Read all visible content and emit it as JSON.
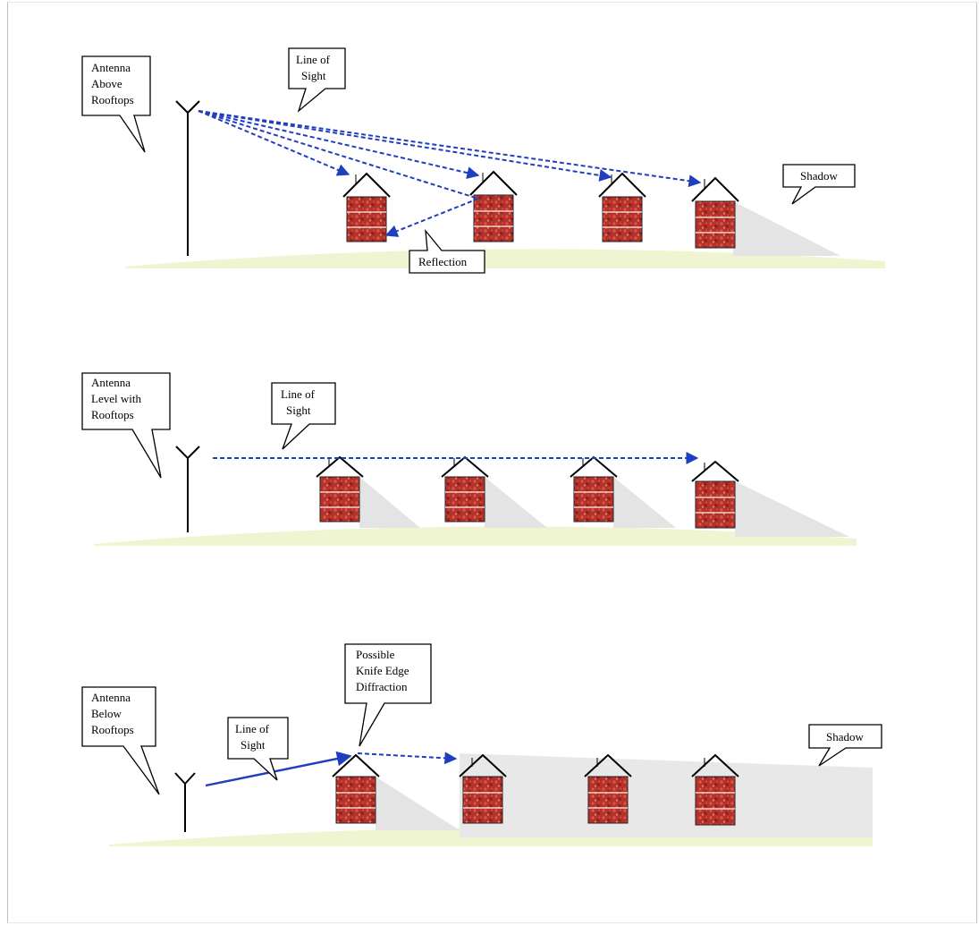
{
  "panels": [
    {
      "id": "above",
      "callouts": {
        "antenna": [
          "Antenna",
          "Above",
          "Rooftops"
        ],
        "line_of_sight": [
          "Line of",
          "Sight"
        ],
        "shadow": [
          "Shadow"
        ],
        "reflection": [
          "Reflection"
        ]
      }
    },
    {
      "id": "level",
      "callouts": {
        "antenna": [
          "Antenna",
          "Level with",
          "Rooftops"
        ],
        "line_of_sight": [
          "Line of",
          "Sight"
        ]
      }
    },
    {
      "id": "below",
      "callouts": {
        "antenna": [
          "Antenna",
          "Below",
          "Rooftops"
        ],
        "line_of_sight": [
          "Line of",
          "Sight"
        ],
        "diffraction": [
          "Possible",
          "Knife Edge",
          "Diffraction"
        ],
        "shadow": [
          "Shadow"
        ]
      }
    }
  ],
  "colors": {
    "signal": "#1f3fbf",
    "ground": "#eef5d0",
    "shadow": "#e4e4e4",
    "brick": "#b5322a",
    "mortar": "#f2d4cf"
  }
}
